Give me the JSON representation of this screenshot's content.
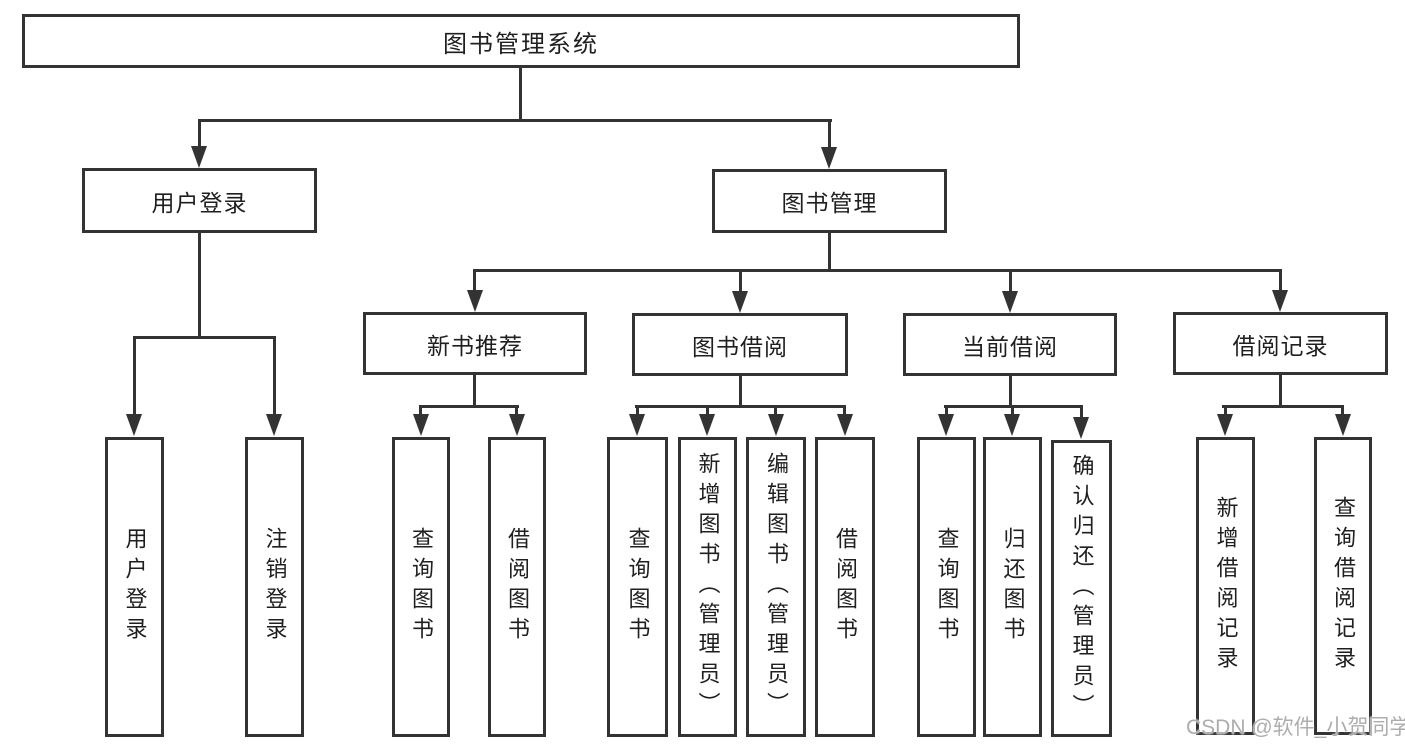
{
  "nodes": {
    "root": "图书管理系统",
    "user_login": "用户登录",
    "book_management": "图书管理",
    "new_book_recommend": "新书推荐",
    "book_borrowing": "图书借阅",
    "current_borrowing": "当前借阅",
    "borrowing_records": "借阅记录"
  },
  "leaves": {
    "user_login": [
      "用户登录",
      "注销登录"
    ],
    "new_book_recommend": [
      "查询图书",
      "借阅图书"
    ],
    "book_borrowing": [
      "查询图书",
      "新增图书（管理员）",
      "编辑图书（管理员）",
      "借阅图书"
    ],
    "current_borrowing": [
      "查询图书",
      "归还图书",
      "确认归还（管理员）"
    ],
    "borrowing_records": [
      "新增借阅记录",
      "查询借阅记录"
    ]
  },
  "watermark": {
    "text": "CSDN @软件_小贺同学"
  },
  "colors": {
    "line": "#333333",
    "text": "#1f1f1f",
    "background": "#ffffff",
    "watermark": "#adadad"
  }
}
